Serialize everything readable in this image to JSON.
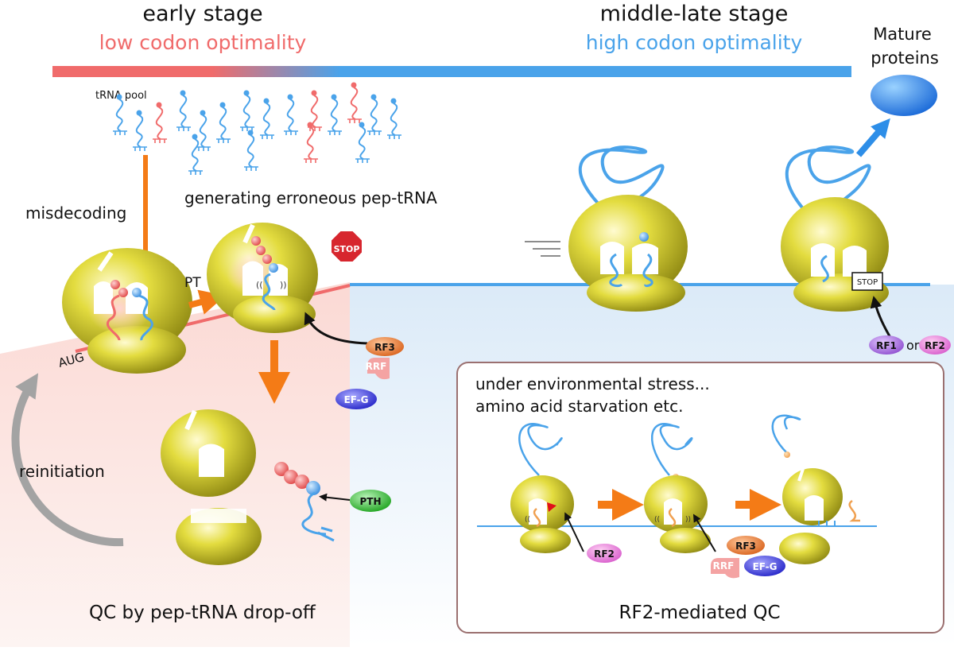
{
  "header": {
    "early_title": "early stage",
    "early_subtitle": "low codon optimality",
    "late_title": "middle-late stage",
    "late_subtitle": "high codon optimality"
  },
  "labels": {
    "mature_1": "Mature",
    "mature_2": "proteins",
    "trna_pool": "tRNA pool",
    "misdecoding": "misdecoding",
    "generating": "generating erroneous pep-tRNA",
    "pt": "PT",
    "stop_sign": "STOP",
    "aug": "AUG",
    "reinitiation": "reinitiation",
    "qc_dropoff": "QC by pep-tRNA drop-off",
    "stop_codon": "STOP",
    "or": "or",
    "stress_1": "under environmental stress...",
    "stress_2": "amino acid starvation etc.",
    "rf2_qc": "RF2-mediated QC"
  },
  "factors": {
    "rf3": "RF3",
    "rrf": "RRF",
    "efg": "EF-G",
    "pth": "PTH",
    "rf1": "RF1",
    "rf2": "RF2",
    "rf2_box": "RF2",
    "rf3_box": "RF3",
    "rrf_box": "RRF",
    "efg_box": "EF-G"
  },
  "colors": {
    "early_red": "#f06b6b",
    "late_blue": "#4aa3ea",
    "ribosome_yellow": "#c9c21c",
    "arrow_orange": "#f47b16",
    "reinit_gray": "#a3a3a3",
    "rf3_orange": "#e77d34",
    "rrf_pink": "#f4a3a3",
    "efg_blue": "#3a3ae0",
    "pth_green": "#2fbd2f",
    "rf1_purple": "#a66ad8",
    "rf2_magenta": "#e77ad8"
  }
}
